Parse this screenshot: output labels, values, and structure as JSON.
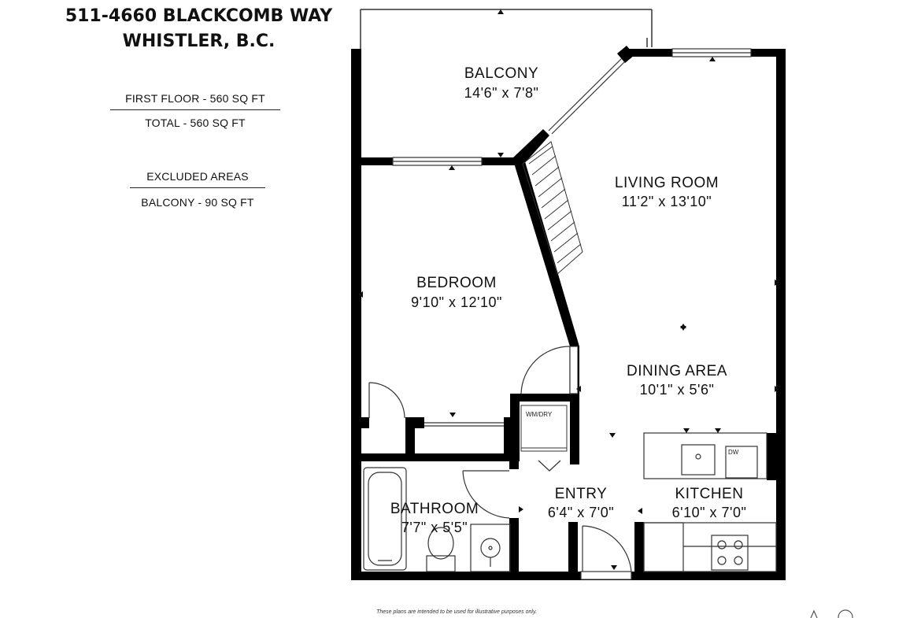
{
  "header": {
    "address_line1": "511-4660 BLACKCOMB WAY",
    "address_line2": "WHISTLER, B.C."
  },
  "areas": {
    "first_floor": "FIRST FLOOR - 560 SQ FT",
    "total": "TOTAL  -  560 SQ FT",
    "excluded_title": "EXCLUDED AREAS",
    "balcony_area": "BALCONY - 90 SQ FT"
  },
  "rooms": {
    "balcony": {
      "name": "BALCONY",
      "dims": "14'6\" x 7'8\""
    },
    "living": {
      "name": "LIVING ROOM",
      "dims": "11'2\" x 13'10\""
    },
    "bedroom": {
      "name": "BEDROOM",
      "dims": "9'10\" x 12'10\""
    },
    "dining": {
      "name": "DINING AREA",
      "dims": "10'1\" x 5'6\""
    },
    "entry": {
      "name": "ENTRY",
      "dims": "6'4\" x 7'0\""
    },
    "kitchen": {
      "name": "KITCHEN",
      "dims": "6'10\" x 7'0\""
    },
    "bathroom": {
      "name": "BATHROOM",
      "dims": "7'7\" x 5'5\""
    }
  },
  "fixtures": {
    "washer_dryer": "WM/DRY",
    "dishwasher": "DW"
  },
  "footer": {
    "disclaimer": "These plans are intended to be used for illustrative purposes only."
  },
  "colors": {
    "wall": "#000000",
    "line": "#333333",
    "background": "#ffffff"
  }
}
